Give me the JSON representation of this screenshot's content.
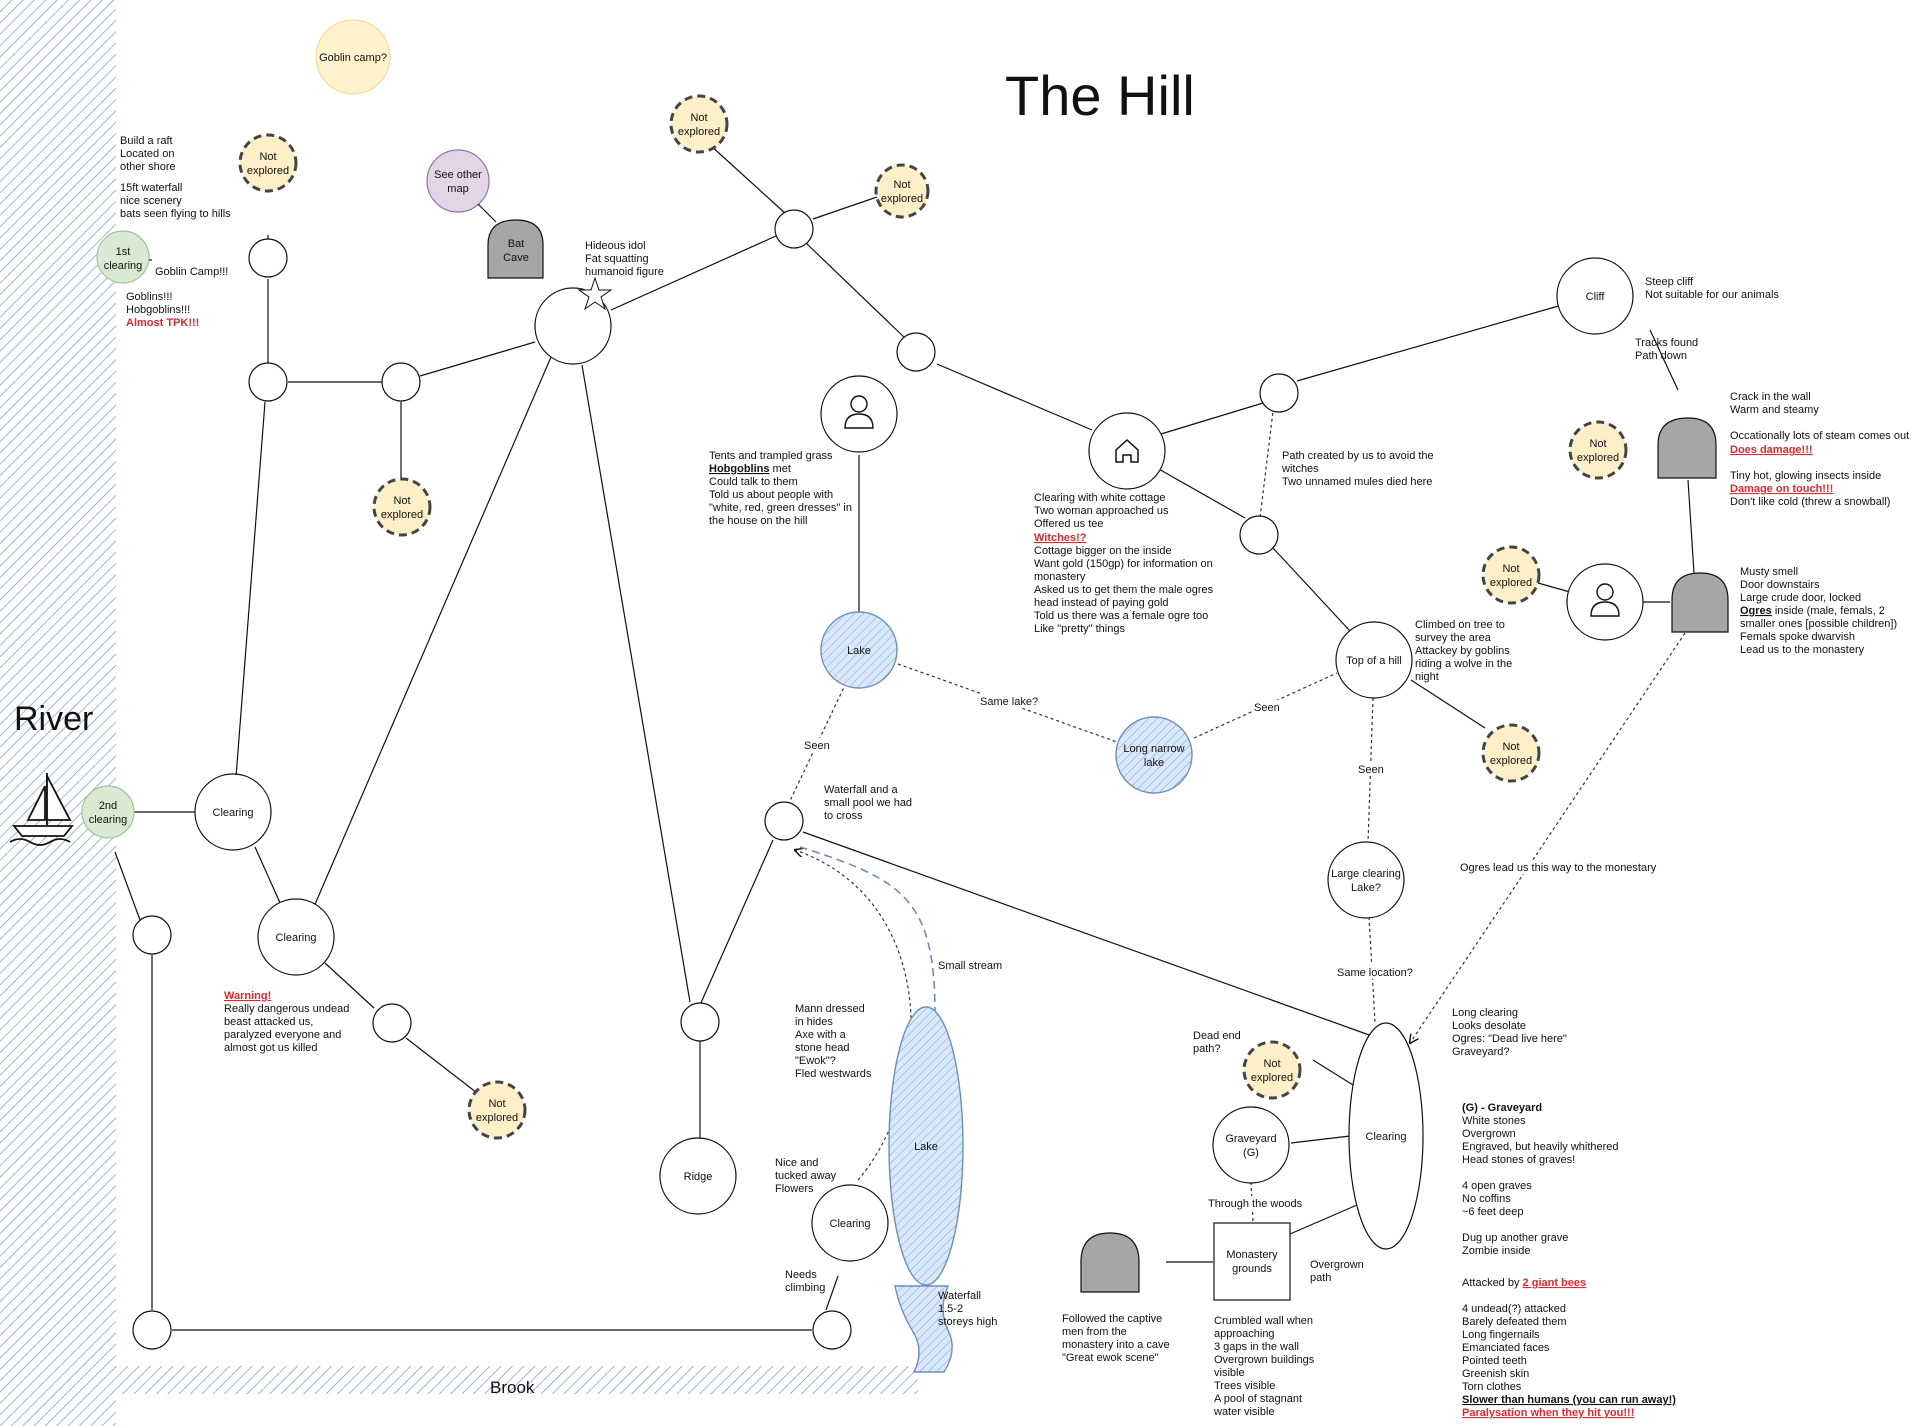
{
  "title": "The Hill",
  "river_label": "River",
  "brook_label": "Brook",
  "labels": {
    "goblin_camp_q": "Goblin camp?",
    "not_explored_1": "Not",
    "not_explored_2": "explored",
    "see_other_map_1": "See other",
    "see_other_map_2": "map",
    "bat_cave_1": "Bat",
    "bat_cave_2": "Cave",
    "first_clearing_1": "1st",
    "first_clearing_2": "clearing",
    "second_clearing_1": "2nd",
    "second_clearing_2": "clearing",
    "clearing": "Clearing",
    "lake": "Lake",
    "long_narrow_lake_1": "Long narrow",
    "long_narrow_lake_2": "lake",
    "top_of_hill": "Top of a hill",
    "large_clearing_1": "Large clearing",
    "large_clearing_2": "Lake?",
    "cliff": "Cliff",
    "ridge": "Ridge",
    "graveyard_1": "Graveyard",
    "graveyard_2": "(G)",
    "monastery_1": "Monastery",
    "monastery_2": "grounds"
  },
  "notes": {
    "raft": [
      "Build a raft",
      "Located on",
      "other shore"
    ],
    "waterfall15": [
      "15ft waterfall",
      "nice scenery",
      "bats seen flying to hills"
    ],
    "goblin_camp": "Goblin Camp!!!",
    "goblins": [
      "Goblins!!!",
      "Hobgoblins!!!"
    ],
    "tpk": "Almost TPK!!!",
    "idol": [
      "Hideous idol",
      "Fat squatting",
      "humanoid figure"
    ],
    "tents_1": "Tents and trampled grass",
    "hobgoblins": "Hobgoblins",
    "tents_met": " met",
    "tents_rest": [
      "Could talk to them",
      "Told us about people with",
      "\"white, red, green dresses\" in",
      "the house on the hill"
    ],
    "cottage_top": [
      "Clearing with white cottage",
      "Two woman approached us",
      "Offered us tee"
    ],
    "witches": "Witches!?",
    "cottage_rest": [
      "Cottage bigger on the inside",
      "Want gold (150gp) for information on",
      "monastery",
      "Asked us to get them the male ogres",
      "head instead of paying gold",
      "Told us there was a female ogre too",
      "Like \"pretty\" things"
    ],
    "path_created": [
      "Path created by us to avoid the",
      "witches",
      "Two unnamed mules died here"
    ],
    "cliff_note": [
      "Steep cliff",
      "Not suitable for our animals"
    ],
    "tracks": [
      "Tracks found",
      "Path down"
    ],
    "crack": [
      "Crack in the wall",
      "Warm and steamy",
      "",
      "Occationally lots of steam comes out"
    ],
    "does_damage": "Does damage!!!",
    "insects": [
      "Tiny hot, glowing insects inside"
    ],
    "damage_touch": "Damage on touch!!!",
    "cold": "Don't like cold (threw a snowball)",
    "musty_top": [
      "Musty smell",
      "Door downstairs",
      "Large crude door, locked"
    ],
    "ogres": "Ogres",
    "ogres_inside": " inside (male, femals, 2",
    "musty_rest": [
      "smaller ones [possible children])",
      "Femals spoke dwarvish",
      "Lead us to the monastery"
    ],
    "climbed": [
      "Climbed on tree to",
      "survey the area",
      "Attackey by goblins",
      "riding a wolve in the",
      "night"
    ],
    "same_lake": "Same lake?",
    "seen": "Seen",
    "waterfall_pool": [
      "Waterfall and a",
      "small pool we had",
      "to cross"
    ],
    "ogres_lead": "Ogres lead us this way to the monestary",
    "same_location": "Same location?",
    "small_stream": "Small stream",
    "mann": [
      "Mann dressed",
      "in hides",
      "Axe with a",
      "stone head",
      "\"Ewok\"?",
      "Fled westwards"
    ],
    "nice": [
      "Nice and",
      "tucked away",
      "Flowers"
    ],
    "needs": [
      "Needs",
      "climbing"
    ],
    "waterfall_storeys": [
      "Waterfall",
      "1.5-2",
      "storeys high"
    ],
    "warning": "Warning!",
    "undead_beast": [
      "Really dangerous undead",
      "beast attacked us,",
      "paralyzed everyone and",
      "almost got us killed"
    ],
    "long_clearing": [
      "Long clearing",
      "Looks desolate",
      "Ogres: \"Dead live here\"",
      "Graveyard?"
    ],
    "dead_end": [
      "Dead end",
      "path?"
    ],
    "through_woods": "Through the woods",
    "overgrown_path": [
      "Overgrown",
      "path"
    ],
    "captive": [
      "Followed the captive",
      "men from the",
      "monastery into a cave",
      "\"Great ewok scene\""
    ],
    "crumbled": [
      "Crumbled wall when",
      "approaching",
      "3 gaps in the wall",
      "Overgrown buildings",
      "visible",
      "Trees visible",
      "A pool of stagnant",
      "water visible"
    ],
    "graveyard_head": "(G) - Graveyard",
    "graveyard_notes": [
      "White stones",
      "Overgrown",
      "Engraved, but heavily whithered",
      "Head stones of graves!",
      "",
      "4 open graves",
      "No coffins",
      "~6 feet deep",
      "",
      "Dug up another grave",
      "Zombie inside"
    ],
    "attacked_by": "Attacked by ",
    "giant_bees": "2 giant bees",
    "undead_notes": [
      "4 undead(?) attacked",
      "Barely defeated them",
      "Long fingernails",
      "Emanciated faces",
      "Pointed teeth",
      "Greenish skin",
      "Torn clothes"
    ],
    "slower": "Slower than humans (you can run away!)",
    "paralysation": "Paralysation when they hit you!!!"
  },
  "colors": {
    "water_stroke": "#6c8ebf",
    "water_fill": "#dae8fc",
    "warn_red": "#e0282e",
    "not_explored_fill": "#fdf0c8",
    "green_fill": "#d9ead3",
    "purple_stroke": "#9673a6",
    "cave_fill": "#a6a6a6"
  }
}
